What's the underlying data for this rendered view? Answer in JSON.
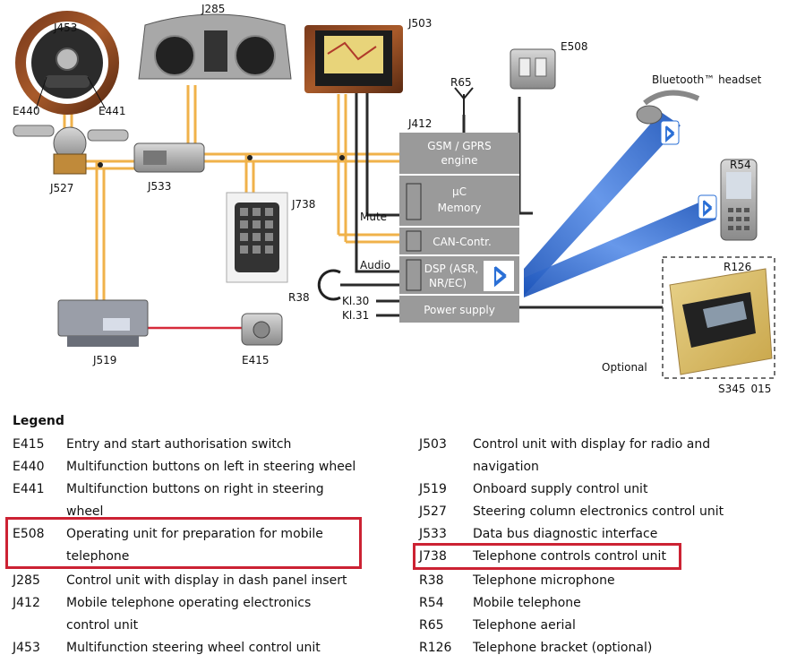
{
  "labels": {
    "j453": "J453",
    "e440": "E440",
    "e441": "E441",
    "j527": "J527",
    "j533": "J533",
    "j285": "J285",
    "j503": "J503",
    "r65": "R65",
    "e508": "E508",
    "j412": "J412",
    "j738": "J738",
    "r38": "R38",
    "j519": "J519",
    "e415": "E415",
    "r54": "R54",
    "r126": "R126",
    "headset": "Bluetooth™ headset",
    "optional": "Optional",
    "figure_id": "S345_015",
    "mute": "Mute",
    "audio": "Audio",
    "kl30": "Kl.30",
    "kl31": "Kl.31"
  },
  "j412_blocks": {
    "gsm_line1": "GSM / GPRS",
    "gsm_line2": "engine",
    "uc_line1": "µC",
    "uc_line2": "Memory",
    "can": "CAN-Contr.",
    "dsp_line1": "DSP (ASR,",
    "dsp_line2": "NR/EC)",
    "power": "Power supply"
  },
  "legend": {
    "title": "Legend",
    "left": [
      {
        "code": "E415",
        "desc": "Entry and start authorisation switch"
      },
      {
        "code": "E440",
        "desc": "Multifunction buttons on left in steering wheel"
      },
      {
        "code": "E441",
        "desc": "Multifunction buttons on right in steering wheel"
      },
      {
        "code": "E508",
        "desc": "Operating unit for preparation for mobile telephone"
      },
      {
        "code": "J285",
        "desc": "Control unit with display in dash panel insert"
      },
      {
        "code": "J412",
        "desc": "Mobile telephone operating electronics control unit"
      },
      {
        "code": "J453",
        "desc": "Multifunction steering wheel control unit"
      }
    ],
    "right": [
      {
        "code": "J503",
        "desc": "Control unit with display for radio and navigation"
      },
      {
        "code": "J519",
        "desc": "Onboard supply control unit"
      },
      {
        "code": "J527",
        "desc": "Steering column electronics control unit"
      },
      {
        "code": "J533",
        "desc": "Data bus diagnostic interface"
      },
      {
        "code": "J738",
        "desc": "Telephone controls control unit"
      },
      {
        "code": "R38",
        "desc": "Telephone microphone"
      },
      {
        "code": "R54",
        "desc": "Mobile telephone"
      },
      {
        "code": "R65",
        "desc": "Telephone aerial"
      },
      {
        "code": "R126",
        "desc": "Telephone bracket (optional)"
      }
    ]
  },
  "colors": {
    "can_bus": "#f0b24a",
    "wire": "#2a2a2a",
    "red_line": "#d62b3a",
    "j412_block": "#9a9a9a",
    "highlight": "#cc2233",
    "bluetooth": "#2a6fd6"
  }
}
